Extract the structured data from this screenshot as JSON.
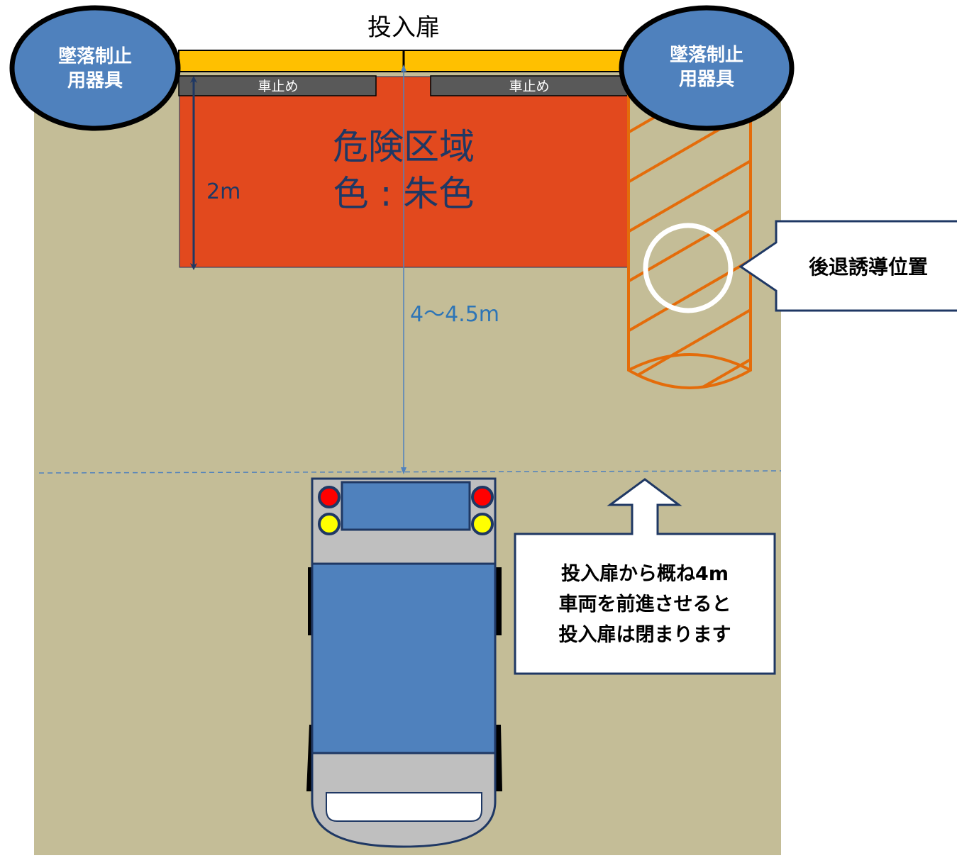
{
  "door_label": "投入扉",
  "fall_device_left": {
    "line1": "墜落制止",
    "line2": "用器具"
  },
  "fall_device_right": {
    "line1": "墜落制止",
    "line2": "用器具"
  },
  "wheel_stop_left": "車止め",
  "wheel_stop_right": "車止め",
  "danger_zone": {
    "line1": "危険区域",
    "line2": "色 : 朱色"
  },
  "dim_danger_depth": "2m",
  "dim_truck_distance": "4〜4.5m",
  "reverse_guide_label": "後退誘導位置",
  "door_close_note": {
    "line1": "投入扉から概ね4m",
    "line2": "車両を前進させると",
    "line3": "投入扉は閉まります"
  },
  "colors": {
    "floor": "#c4bd97",
    "danger": "#e2491e",
    "door": "#ffc000",
    "wheel_stop": "#595959",
    "device_fill": "#4f81bd",
    "hatch": "#e46c0a",
    "navy": "#1f3864",
    "truck_body": "#4f81bd",
    "truck_gray": "#bfbfbf"
  }
}
